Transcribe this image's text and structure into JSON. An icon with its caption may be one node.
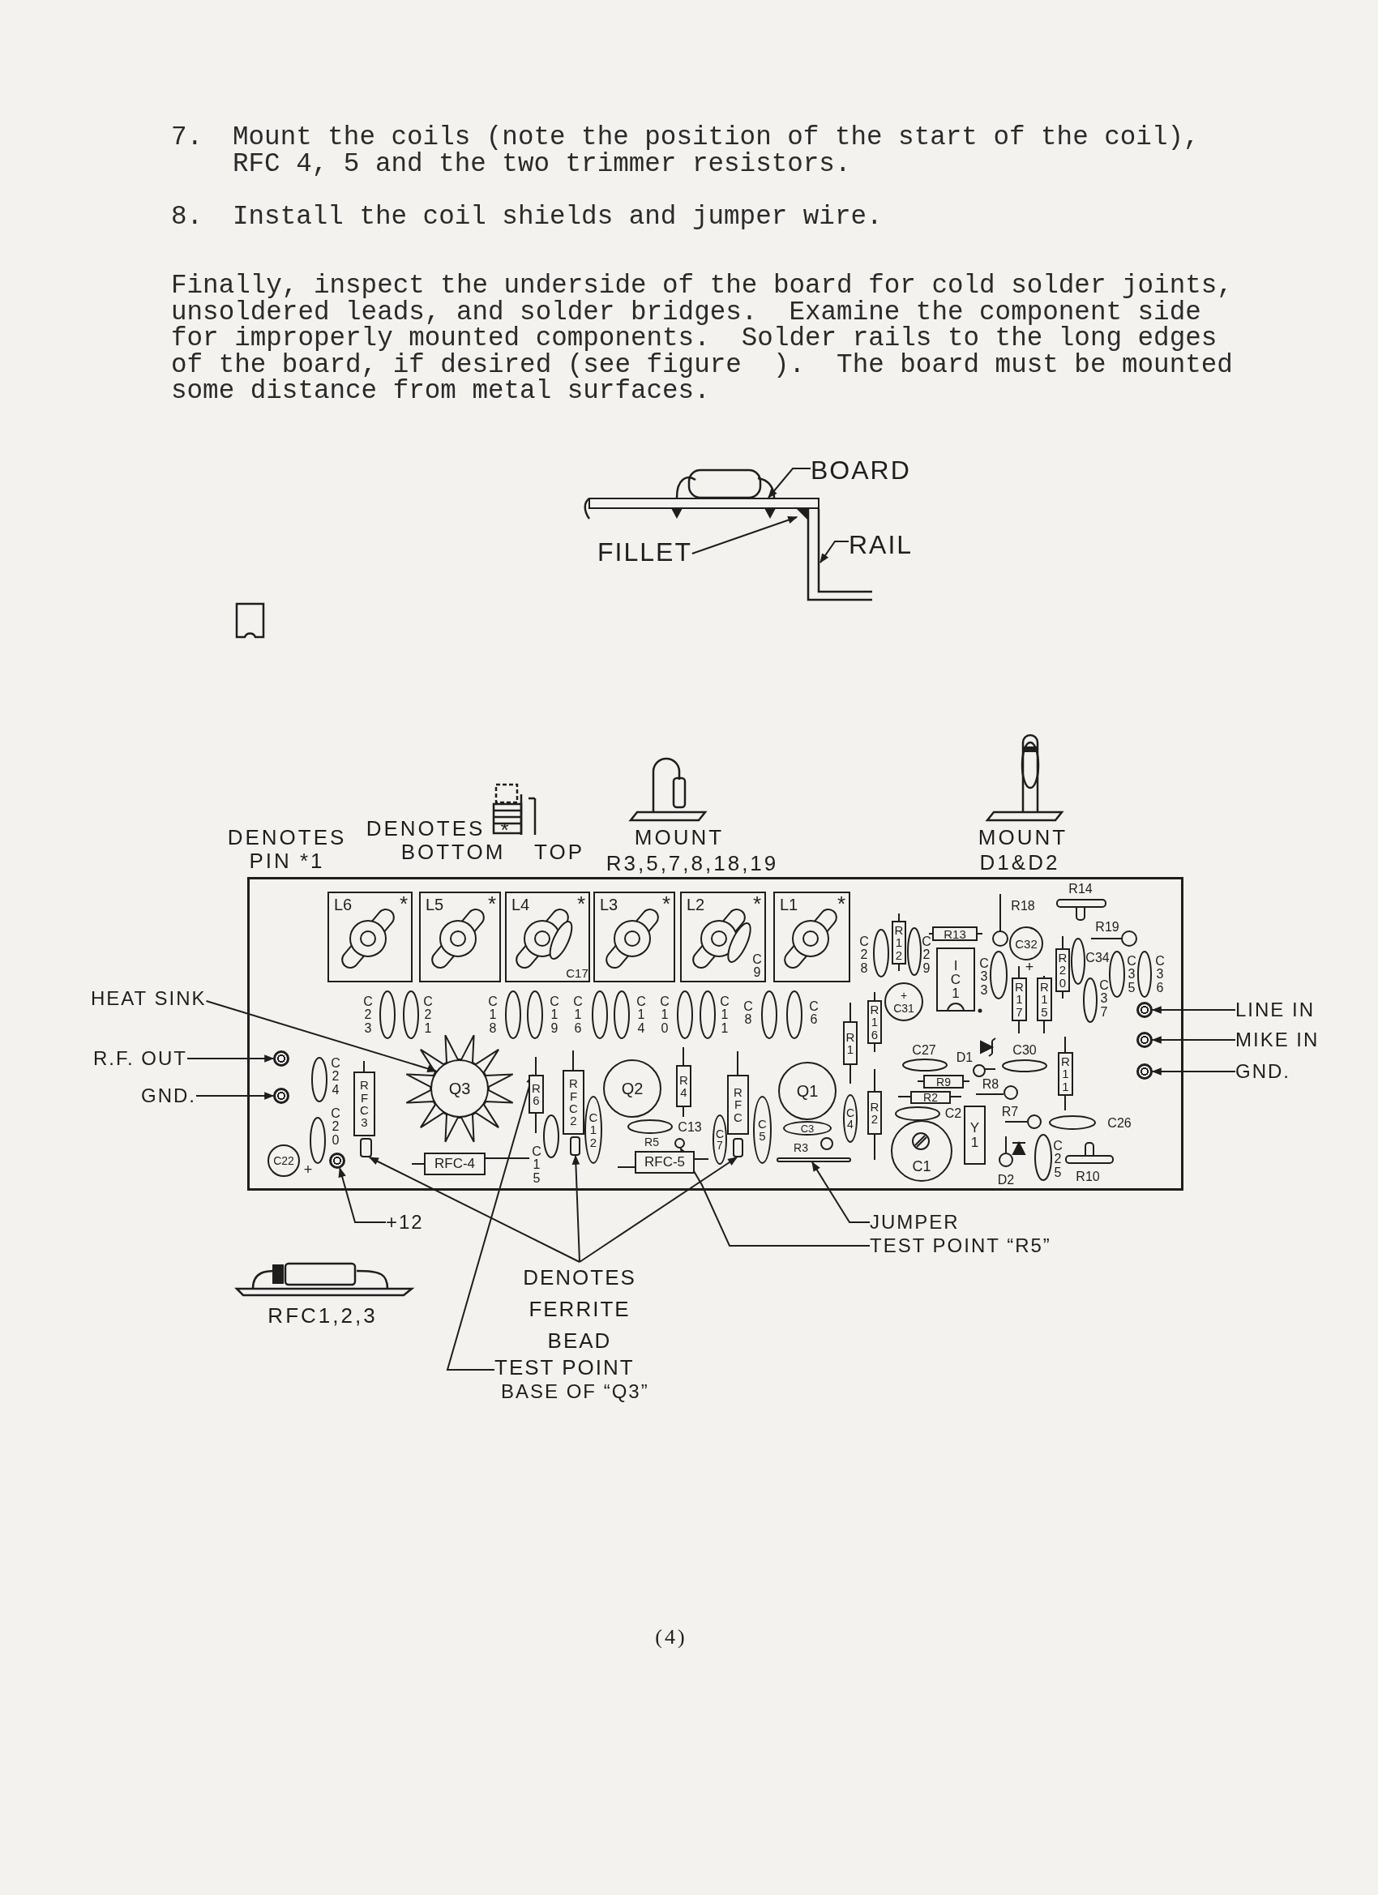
{
  "diagram": {
    "nodes": [
      {
        "text": [
          "BOARD"
        ]
      },
      {
        "text": [
          "FILLET"
        ]
      },
      {
        "text": [
          "RAIL"
        ]
      },
      {
        "text": [
          "HEAT SINK"
        ]
      },
      {
        "text": [
          "R.F. OUT"
        ]
      },
      {
        "text": [
          "GND."
        ]
      },
      {
        "text": [],
        "shape": "box"
      },
      {
        "text": [
          "L6",
          "*"
        ],
        "in": 6
      },
      {
        "text": [
          "L5",
          "*"
        ],
        "in": 6
      },
      {
        "text": [
          "L4",
          "*"
        ],
        "in": 6
      },
      {
        "text": [
          "L3",
          "*"
        ],
        "in": 6
      },
      {
        "text": [
          "L2",
          "*"
        ],
        "in": 6
      },
      {
        "text": [
          "L1",
          "*"
        ],
        "in": 6
      },
      {
        "text": [
          "R12"
        ],
        "in": 6
      },
      {
        "text": [
          "R13"
        ],
        "in": 6
      },
      {
        "text": [
          "IC1"
        ],
        "in": 6
      },
      {
        "text": [
          "C32"
        ],
        "in": 6
      },
      {
        "text": [
          "R20"
        ],
        "in": 6
      },
      {
        "text": [
          "+",
          "C31"
        ],
        "in": 6
      },
      {
        "text": [
          "R16"
        ],
        "in": 6
      },
      {
        "text": [
          "R17"
        ],
        "in": 6
      },
      {
        "text": [
          "R15"
        ],
        "in": 6
      },
      {
        "text": [
          "R1"
        ],
        "in": 6
      },
      {
        "text": [
          "R11"
        ],
        "in": 6
      },
      {
        "text": [
          "R9"
        ],
        "in": 6
      },
      {
        "text": [
          "R2"
        ],
        "in": 6
      },
      {
        "text": [
          "Q3"
        ],
        "in": 6
      },
      {
        "text": [
          "R6"
        ],
        "in": 6
      },
      {
        "text": [
          "RFC3"
        ],
        "in": 6
      },
      {
        "text": [
          "RFC2"
        ],
        "in": 6
      },
      {
        "text": [
          "C12"
        ],
        "in": 6
      },
      {
        "text": [
          "Q2"
        ],
        "in": 6
      },
      {
        "text": [
          "R4"
        ],
        "in": 6
      },
      {
        "text": [
          "RFC"
        ],
        "in": 6
      },
      {
        "text": [
          "C7"
        ],
        "in": 6
      },
      {
        "text": [
          "C5"
        ],
        "in": 6
      },
      {
        "text": [
          "Q1"
        ],
        "in": 6
      },
      {
        "text": [
          "C3"
        ],
        "in": 6
      },
      {
        "text": [
          "C4"
        ],
        "in": 6
      },
      {
        "text": [
          "R2"
        ],
        "in": 6
      },
      {
        "text": [
          "Y1"
        ],
        "in": 6
      },
      {
        "text": [
          "C22"
        ],
        "in": 6
      },
      {
        "text": [
          "RFC-4"
        ],
        "in": 6
      },
      {
        "text": [
          "RFC-5"
        ],
        "in": 6
      },
      {
        "text": [
          "C1"
        ],
        "in": 6
      },
      {
        "text": [
          "LINE IN"
        ]
      },
      {
        "text": [
          "MIKE IN"
        ]
      },
      {
        "text": [
          "GND."
        ]
      },
      {
        "text": [
          "+12"
        ]
      },
      {
        "text": [
          "JUMPER"
        ]
      },
      {
        "text": [
          "TEST POINT “R5”"
        ]
      },
      {
        "text": [
          "DENOTES FERRITE BEAD"
        ]
      },
      {
        "text": [
          "TEST POINT",
          "BASE OF “Q3”"
        ]
      },
      {
        "text": [],
        "shape": "circle",
        "in": 6
      },
      {
        "text": [],
        "shape": "circle",
        "in": 6
      },
      {
        "text": [],
        "shape": "circle",
        "in": 6
      },
      {
        "text": [],
        "shape": "circle",
        "in": 6
      },
      {
        "text": [],
        "shape": "circle",
        "in": 6
      },
      {
        "text": [],
        "shape": "circle",
        "in": 6
      },
      {
        "text": [],
        "shape": "box",
        "in": 6
      },
      {
        "text": [],
        "shape": "box",
        "in": 6
      },
      {
        "text": [],
        "shape": "box",
        "in": 6
      },
      {
        "text": [],
        "shape": "circle",
        "in": 6
      },
      {
        "text": [],
        "shape": "bar",
        "in": 6
      },
      {
        "text": [],
        "shape": "triangle"
      },
      {
        "text": [],
        "shape": "bar"
      }
    ],
    "edges": [
      {
        "from": 0,
        "to": 65,
        "arrow": "to"
      },
      {
        "from": 1,
        "to": 64,
        "arrow": "to"
      },
      {
        "from": 2,
        "to": null,
        "arrow": "to"
      },
      {
        "from": 3,
        "to": 26,
        "arrow": "to"
      },
      {
        "from": 4,
        "to": 53,
        "arrow": "to"
      },
      {
        "from": 5,
        "to": 54,
        "arrow": "to"
      },
      {
        "from": 45,
        "to": 56,
        "arrow": "to"
      },
      {
        "from": 46,
        "to": 57,
        "arrow": "to"
      },
      {
        "from": 47,
        "to": 58,
        "arrow": "to"
      },
      {
        "from": 48,
        "to": 55,
        "arrow": "to"
      },
      {
        "from": 49,
        "to": 63,
        "arrow": "to"
      },
      {
        "from": 50,
        "to": 62,
        "arrow": "to"
      },
      {
        "from": 51,
        "to": 59,
        "arrow": "to"
      },
      {
        "from": 51,
        "to": 60,
        "arrow": "to"
      },
      {
        "from": 51,
        "to": 61,
        "arrow": "to"
      },
      {
        "from": 52,
        "to": 27,
        "arrow": "to"
      }
    ],
    "labels": [
      "7.",
      "Mount the coils (note the position of the start of the coil), RFC 4, 5 and the two trimmer resistors.",
      "8.",
      "Install the coil shields and jumper wire.",
      "Finally, inspect the underside of the board for cold solder joints, unsoldered leads, and solder bridges.  Examine the component side for improperly mounted components.  Solder rails to the long edges of the board, if desired (see figure  ).  The board must be mounted some distance from metal surfaces.",
      "DENOTES",
      "PIN *1",
      "DENOTES",
      "*",
      "BOTTOM",
      "TOP",
      "MOUNT",
      "R3,5,7,8,18,19",
      "MOUNT",
      "D1&D2",
      "R14",
      "R18",
      "C17",
      "C9",
      "R19",
      "C28",
      "C29",
      "C33",
      "C34",
      "C35",
      "C36",
      "C37",
      "C23",
      "C21",
      "C18",
      "C19",
      "C16",
      "C14",
      "C10",
      "C11",
      "C8",
      "C6",
      "C27",
      "D1",
      "C30",
      "R8",
      "C24",
      "C20",
      "C13",
      "R5",
      "C2",
      "R7",
      "C26",
      "C15",
      "R3",
      "C25",
      "D2",
      "R10",
      "+",
      "+",
      "RFC1,2,3",
      "(4)"
    ]
  }
}
